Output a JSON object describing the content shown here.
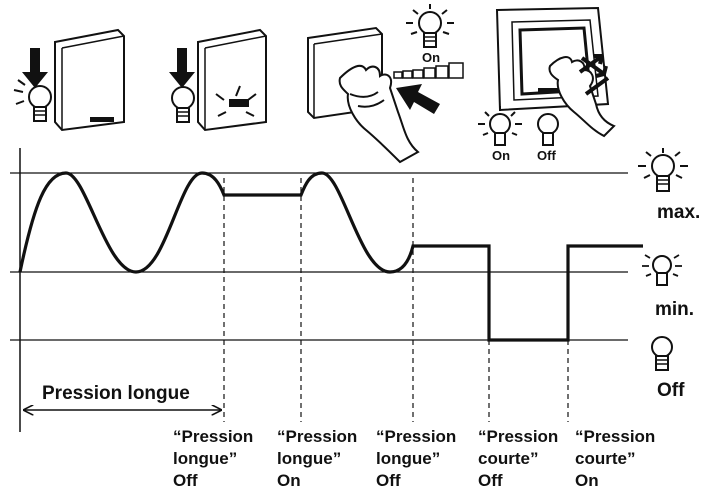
{
  "illustrations": {
    "step3_on": "On",
    "step4_on": "On",
    "step4_off": "Off"
  },
  "levels": {
    "max": "max.",
    "min": "min.",
    "off": "Off"
  },
  "annotation": "Pression longue",
  "events": [
    {
      "line1": "“Pression",
      "line2": "longue”",
      "line3": "Off"
    },
    {
      "line1": "“Pression",
      "line2": "longue”",
      "line3": "On"
    },
    {
      "line1": "“Pression",
      "line2": "longue”",
      "line3": "Off"
    },
    {
      "line1": "“Pression",
      "line2": "courte”",
      "line3": "Off"
    },
    {
      "line1": "“Pression",
      "line2": "courte”",
      "line3": "On"
    }
  ]
}
